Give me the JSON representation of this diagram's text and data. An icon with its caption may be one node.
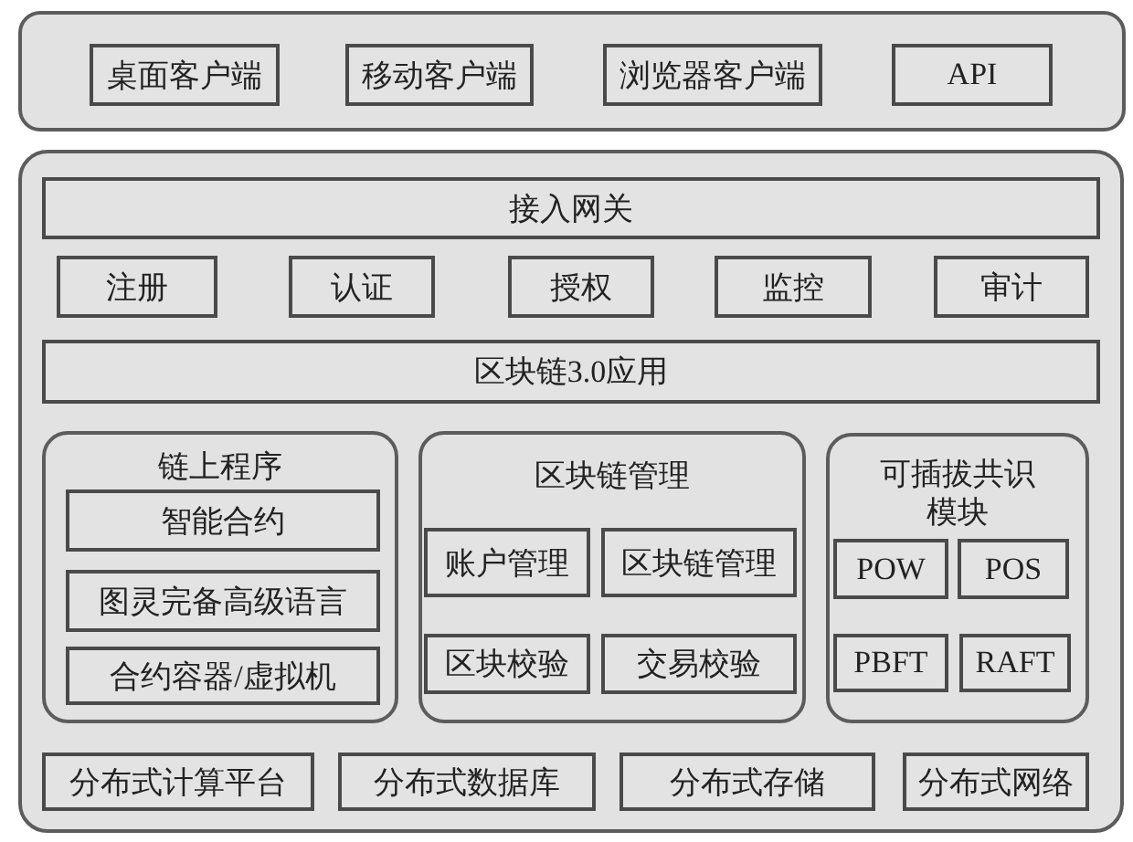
{
  "diagram": {
    "nodes": [
      {
        "text": [],
        "shape": "box"
      },
      {
        "text": [
          "桌面客户端"
        ],
        "in": 0
      },
      {
        "text": [
          "移动客户端"
        ],
        "in": 0
      },
      {
        "text": [
          "浏览器客户端"
        ],
        "in": 0
      },
      {
        "text": [
          "API"
        ],
        "in": 0
      },
      {
        "text": [],
        "shape": "box"
      },
      {
        "text": [
          "接入网关"
        ],
        "in": 5
      },
      {
        "text": [
          "注册"
        ],
        "in": 5
      },
      {
        "text": [
          "认证"
        ],
        "in": 5
      },
      {
        "text": [
          "授权"
        ],
        "in": 5
      },
      {
        "text": [
          "监控"
        ],
        "in": 5
      },
      {
        "text": [
          "审计"
        ],
        "in": 5
      },
      {
        "text": [
          "区块链3.0应用"
        ],
        "in": 5
      },
      {
        "text": [
          "链上程序"
        ],
        "in": 5
      },
      {
        "text": [
          "智能合约"
        ],
        "in": 13
      },
      {
        "text": [
          "图灵完备高级语言"
        ],
        "in": 13
      },
      {
        "text": [
          "合约容器/虚拟机"
        ],
        "in": 13
      },
      {
        "text": [
          "区块链管理"
        ],
        "in": 5
      },
      {
        "text": [
          "账户管理"
        ],
        "in": 17
      },
      {
        "text": [
          "区块链管理"
        ],
        "in": 17
      },
      {
        "text": [
          "区块校验"
        ],
        "in": 17
      },
      {
        "text": [
          "交易校验"
        ],
        "in": 17
      },
      {
        "text": [
          "可插拔共识模块"
        ],
        "in": 5
      },
      {
        "text": [
          "POW"
        ],
        "in": 22
      },
      {
        "text": [
          "POS"
        ],
        "in": 22
      },
      {
        "text": [
          "PBFT"
        ],
        "in": 22
      },
      {
        "text": [
          "RAFT"
        ],
        "in": 22
      },
      {
        "text": [
          "分布式计算平台"
        ],
        "in": 5
      },
      {
        "text": [
          "分布式数据库"
        ],
        "in": 5
      },
      {
        "text": [
          "分布式存储"
        ],
        "in": 5
      },
      {
        "text": [
          "分布式网络"
        ],
        "in": 5
      }
    ]
  }
}
